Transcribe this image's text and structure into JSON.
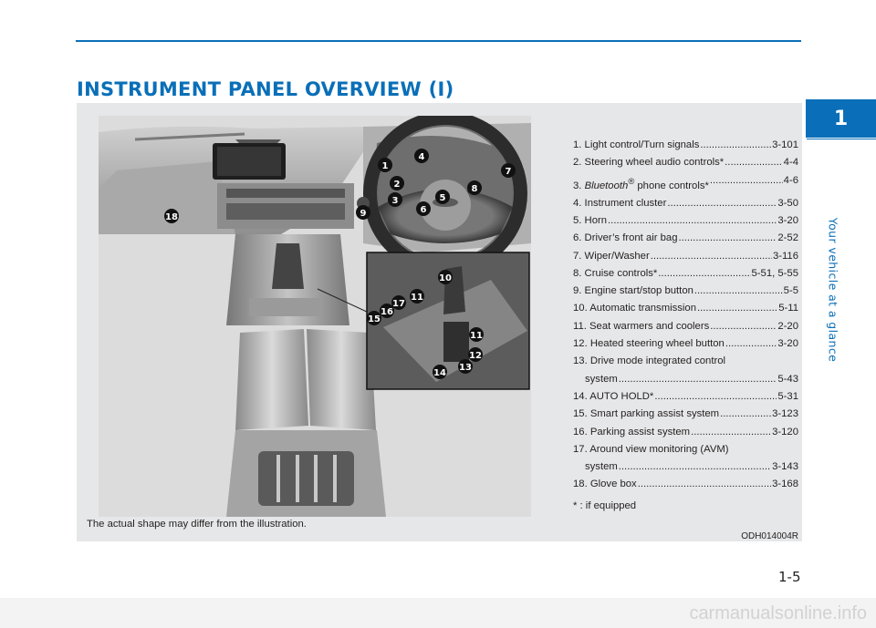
{
  "page": {
    "title": "INSTRUMENT PANEL OVERVIEW (I)",
    "chapter_number": "1",
    "chapter_title": "Your vehicle at a glance",
    "page_number": "1-5",
    "watermark": "carmanualsonline.info",
    "colors": {
      "accent": "#0a6fb8",
      "panel_bg": "#e6e7e8",
      "text": "#231f20"
    }
  },
  "figure": {
    "callouts": [
      "1",
      "2",
      "3",
      "4",
      "5",
      "6",
      "7",
      "8",
      "9",
      "10",
      "11",
      "12",
      "13",
      "14",
      "15",
      "16",
      "17",
      "18"
    ],
    "caption": "The actual shape may differ from the illustration.",
    "ref_code": "ODH014004R"
  },
  "legend": {
    "items": [
      {
        "label": "1. Light control/Turn signals",
        "page": "3-101"
      },
      {
        "label": "2. Steering wheel audio controls*",
        "page": "4-4"
      },
      {
        "label_num": "3. ",
        "label_italic": "Bluetooth",
        "label_sup": "®",
        "label_rest": " phone controls* ",
        "page": "4-6"
      },
      {
        "label": "4. Instrument cluster ",
        "page": "3-50"
      },
      {
        "label": "5. Horn",
        "page": "3-20"
      },
      {
        "label": "6. Driver’s front air bag ",
        "page": "2-52"
      },
      {
        "label": "7. Wiper/Washer ",
        "page": "3-116"
      },
      {
        "label": "8. Cruise controls*",
        "page": "5-51, 5-55"
      },
      {
        "label": "9. Engine start/stop button ",
        "page": "5-5"
      },
      {
        "label": "10. Automatic transmission ",
        "page": "5-11"
      },
      {
        "label": "11. Seat warmers and coolers ",
        "page": "2-20"
      },
      {
        "label": "12. Heated steering wheel button ",
        "page": "3-20"
      },
      {
        "label": "13. Drive mode integrated control",
        "label2": "system ",
        "page": "5-43"
      },
      {
        "label": "14. AUTO HOLD* ",
        "page": "5-31"
      },
      {
        "label": "15. Smart parking assist system ",
        "page": "3-123"
      },
      {
        "label": "16. Parking assist system",
        "page": "3-120"
      },
      {
        "label": "17. Around view monitoring (AVM)",
        "label2": "system ",
        "page": "3-143"
      },
      {
        "label": "18. Glove box",
        "page": "3-168"
      }
    ],
    "note": "* : if equipped"
  }
}
